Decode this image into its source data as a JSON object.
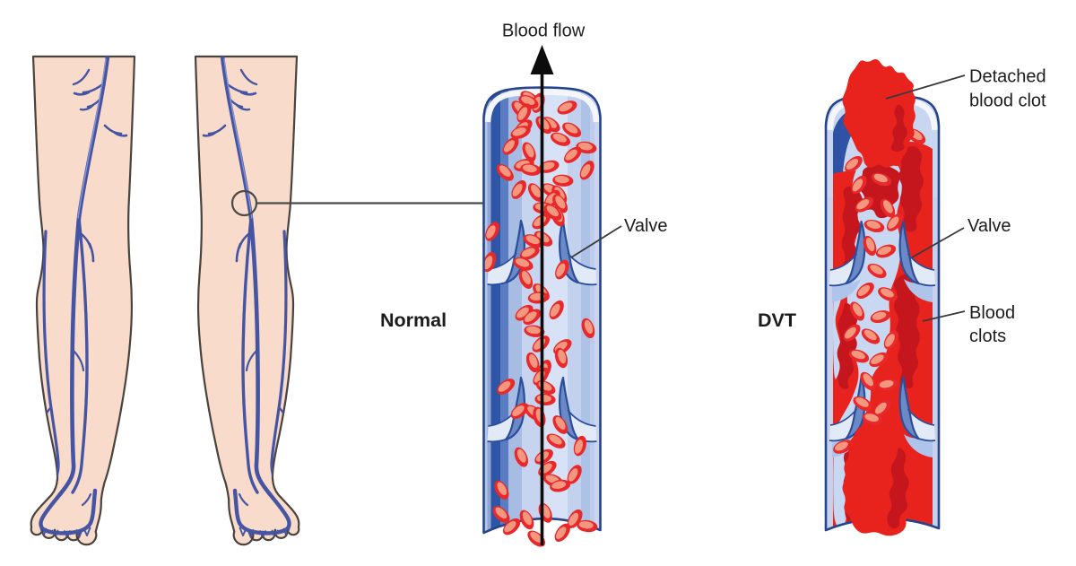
{
  "figure": {
    "type": "medical-diagram",
    "topic": "Deep vein thrombosis (DVT) compared with normal venous blood flow",
    "background": "#ffffff"
  },
  "labels": {
    "blood_flow": "Blood flow",
    "normal": "Normal",
    "valve_normal": "Valve",
    "dvt": "DVT",
    "detached_line1": "Detached",
    "detached_line2": "blood clot",
    "valve_dvt": "Valve",
    "blood_clots_line1": "Blood",
    "blood_clots_line2": "clots"
  },
  "colors": {
    "skin": "#f8dbca",
    "skin_outline": "#4a423c",
    "leg_vein": "#4555a3",
    "annotation_line": "#4a4a4a",
    "vein_wall_outline": "#26448c",
    "vein_wall_fill": "#c6d0ea",
    "lumen_light_blue": "#cdd9f0",
    "valve_fill": "#6b89c4",
    "blood_cell_red": "#e8282a",
    "blood_cell_inner": "#f4977f",
    "clot_red": "#e8231e",
    "clot_dark_red": "#c5161e",
    "arrow_black": "#0c0c0c",
    "label_text": "#1c1c1c"
  }
}
